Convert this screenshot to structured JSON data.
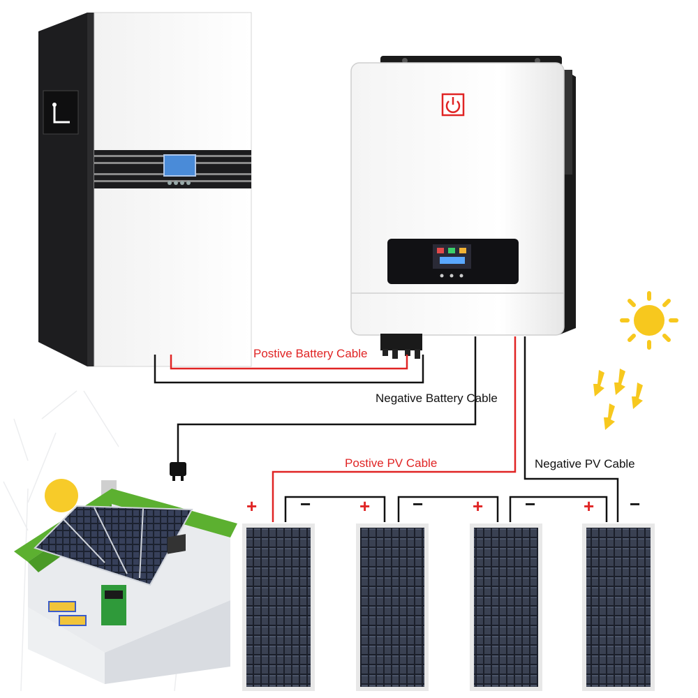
{
  "labels": {
    "positive_battery": "Postive  Battery Cable",
    "negative_battery": "Negative Battery Cable",
    "positive_pv": "Postive PV Cable",
    "negative_pv": "Negative PV Cable"
  },
  "polarity": {
    "plus": "+",
    "minus": "−"
  },
  "colors": {
    "positive_cable": "#e02424",
    "negative_cable": "#111111",
    "sun": "#f7c81e",
    "roof_green": "#5cb030",
    "inverter_accent": "#e02424"
  },
  "icons": [
    "battery-icon",
    "inverter-icon",
    "power-icon",
    "sun-icon",
    "plug-icon",
    "house-icon",
    "solar-panel-icon"
  ]
}
